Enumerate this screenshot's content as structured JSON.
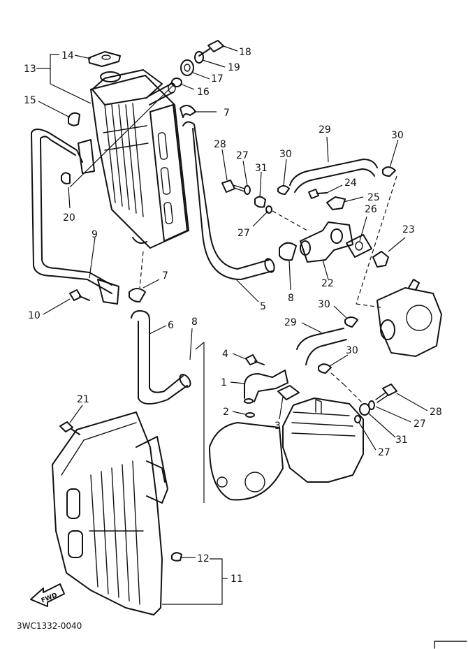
{
  "parts": [
    {
      "id": "label-1",
      "text": "1"
    },
    {
      "id": "label-2",
      "text": "2"
    },
    {
      "id": "label-3",
      "text": "3"
    },
    {
      "id": "label-4",
      "text": "4"
    },
    {
      "id": "label-5",
      "text": "5"
    },
    {
      "id": "label-6",
      "text": "6"
    },
    {
      "id": "label-7a",
      "text": "7"
    },
    {
      "id": "label-7b",
      "text": "7"
    },
    {
      "id": "label-8a",
      "text": "8"
    },
    {
      "id": "label-8b",
      "text": "8"
    },
    {
      "id": "label-9",
      "text": "9"
    },
    {
      "id": "label-10",
      "text": "10"
    },
    {
      "id": "label-11",
      "text": "11"
    },
    {
      "id": "label-12",
      "text": "12"
    },
    {
      "id": "label-13",
      "text": "13"
    },
    {
      "id": "label-14",
      "text": "14"
    },
    {
      "id": "label-15",
      "text": "15"
    },
    {
      "id": "label-16",
      "text": "16"
    },
    {
      "id": "label-17",
      "text": "17"
    },
    {
      "id": "label-18",
      "text": "18"
    },
    {
      "id": "label-19",
      "text": "19"
    },
    {
      "id": "label-20",
      "text": "20"
    },
    {
      "id": "label-21",
      "text": "21"
    },
    {
      "id": "label-22",
      "text": "22"
    },
    {
      "id": "label-23",
      "text": "23"
    },
    {
      "id": "label-24",
      "text": "24"
    },
    {
      "id": "label-25",
      "text": "25"
    },
    {
      "id": "label-26",
      "text": "26"
    },
    {
      "id": "label-27a",
      "text": "27"
    },
    {
      "id": "label-27b",
      "text": "27"
    },
    {
      "id": "label-27c",
      "text": "27"
    },
    {
      "id": "label-27d",
      "text": "27"
    },
    {
      "id": "label-28a",
      "text": "28"
    },
    {
      "id": "label-28b",
      "text": "28"
    },
    {
      "id": "label-29a",
      "text": "29"
    },
    {
      "id": "label-29b",
      "text": "29"
    },
    {
      "id": "label-30a",
      "text": "30"
    },
    {
      "id": "label-30b",
      "text": "30"
    },
    {
      "id": "label-30c",
      "text": "30"
    },
    {
      "id": "label-30d",
      "text": "30"
    },
    {
      "id": "label-31a",
      "text": "31"
    },
    {
      "id": "label-31b",
      "text": "31"
    }
  ],
  "drawing_code": "3WC1332-0040",
  "fwd_arrow_text": "FWD"
}
